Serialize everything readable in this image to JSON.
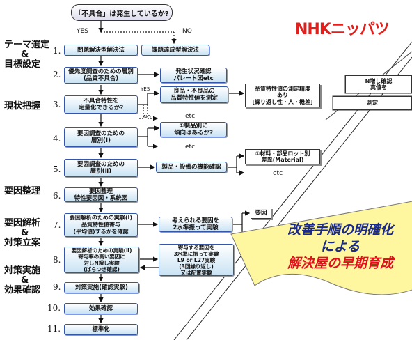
{
  "logo": "NHKニッパツ",
  "question": "「不具合」は発生しているか?",
  "yes": "YES",
  "no": "NO",
  "yes_small": "YES",
  "no_small": "NO",
  "side_labels": {
    "theme": "テーマ選定",
    "amp1": "&",
    "goal": "目標設定",
    "current": "現状把握",
    "factor": "要因整理",
    "analysis": "要因解析",
    "amp2": "&",
    "measure": "対策立案",
    "implement": "対策実施",
    "amp3": "&",
    "confirm": "効果確認"
  },
  "steps": [
    {
      "num": "1.",
      "label": "問題解決型解決法"
    },
    {
      "num": "2.",
      "label": "優先度調査のための層別\n(品質不具合)"
    },
    {
      "num": "3.",
      "label": "不具合特性を\n定量化できるか?"
    },
    {
      "num": "4.",
      "label": "要因調査のための\n層別(Ⅰ)"
    },
    {
      "num": "5.",
      "label": "要因調査のための\n層別(Ⅱ)"
    },
    {
      "num": "6.",
      "label": "要因整理\n特性要因図・系統図"
    },
    {
      "num": "7.",
      "label": "要因解析のための実験(Ⅰ)\n品質特性値寄与\n(平均値)するかを確認"
    },
    {
      "num": "8.",
      "label": "要因解析のための実験(Ⅱ)\n寄与率の高い要因に\n対しN増し実験\n(ばらつき確認)"
    },
    {
      "num": "9.",
      "label": "対策実施(確認実験)"
    },
    {
      "num": "10.",
      "label": "効果確認"
    },
    {
      "num": "11.",
      "label": "標準化"
    }
  ],
  "alt_method": "課題達成型解決法",
  "side_boxes": {
    "s2": "発生状況確認\nパレート図etc",
    "s3": "良品・不良品の\n品質特性値を測定",
    "s3b": "品質特性値の測定精度\nあり\n[繰り返し性・人・機差]",
    "s4": "①製品別に\n傾向はあるか?",
    "s5": "製品・設備の機能確認",
    "s5b": "①材料・部品ロット別\n差異(Material)",
    "s7": "考えられる要因を\n2水準振って実験",
    "s7b": "要因",
    "s8": "寄与する要因を\n3水準に振って実験\nL9 or L27実験\n(3回繰り返し)\n又は配置実験",
    "r1": "N増し確認\n真値を",
    "r2": "測定"
  },
  "etc1": "etc",
  "etc2": "etc",
  "etc3": "etc",
  "callout": {
    "line1": "改善手順の明確化",
    "line2": "による",
    "line3": "解決屋の早期育成"
  }
}
